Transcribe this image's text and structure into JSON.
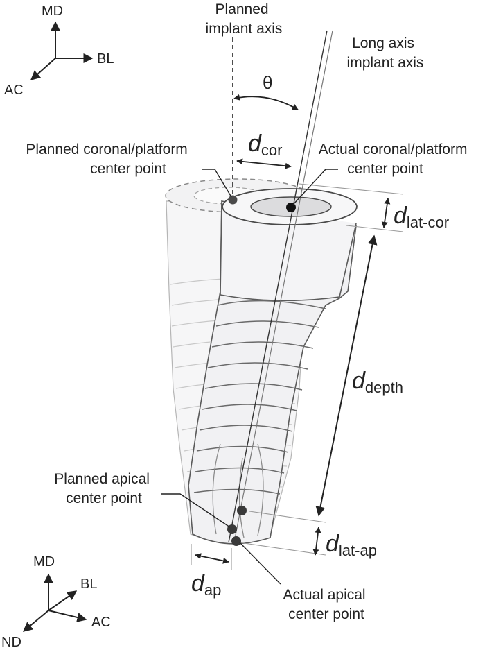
{
  "axes_top": {
    "up": "MD",
    "right": "BL",
    "down_left": "AC"
  },
  "axes_bottom": {
    "up": "MD",
    "up_right": "BL",
    "right": "AC",
    "down_left": "ND"
  },
  "labels": {
    "planned_axis": [
      "Planned",
      "implant axis"
    ],
    "long_axis": [
      "Long axis",
      "implant axis"
    ],
    "theta": "θ",
    "planned_coronal": [
      "Planned coronal/platform",
      "center point"
    ],
    "actual_coronal": [
      "Actual coronal/platform",
      "center point"
    ],
    "planned_apical": [
      "Planned apical",
      "center point"
    ],
    "actual_apical": [
      "Actual apical",
      "center point"
    ]
  },
  "distances": {
    "cor": {
      "main": "d",
      "sub": "cor"
    },
    "lat_cor": {
      "main": "d",
      "sub": "lat-cor"
    },
    "depth": {
      "main": "d",
      "sub": "depth"
    },
    "lat_ap": {
      "main": "d",
      "sub": "lat-ap"
    },
    "ap": {
      "main": "d",
      "sub": "ap"
    }
  },
  "colors": {
    "ink": "#222222",
    "point": "#3a3a3a",
    "implant_fill": "#f1f1f3",
    "ghost_fill": "#f6f6f7",
    "outline": "#5a5a5a",
    "ghost_outline": "#9a9a9a"
  }
}
